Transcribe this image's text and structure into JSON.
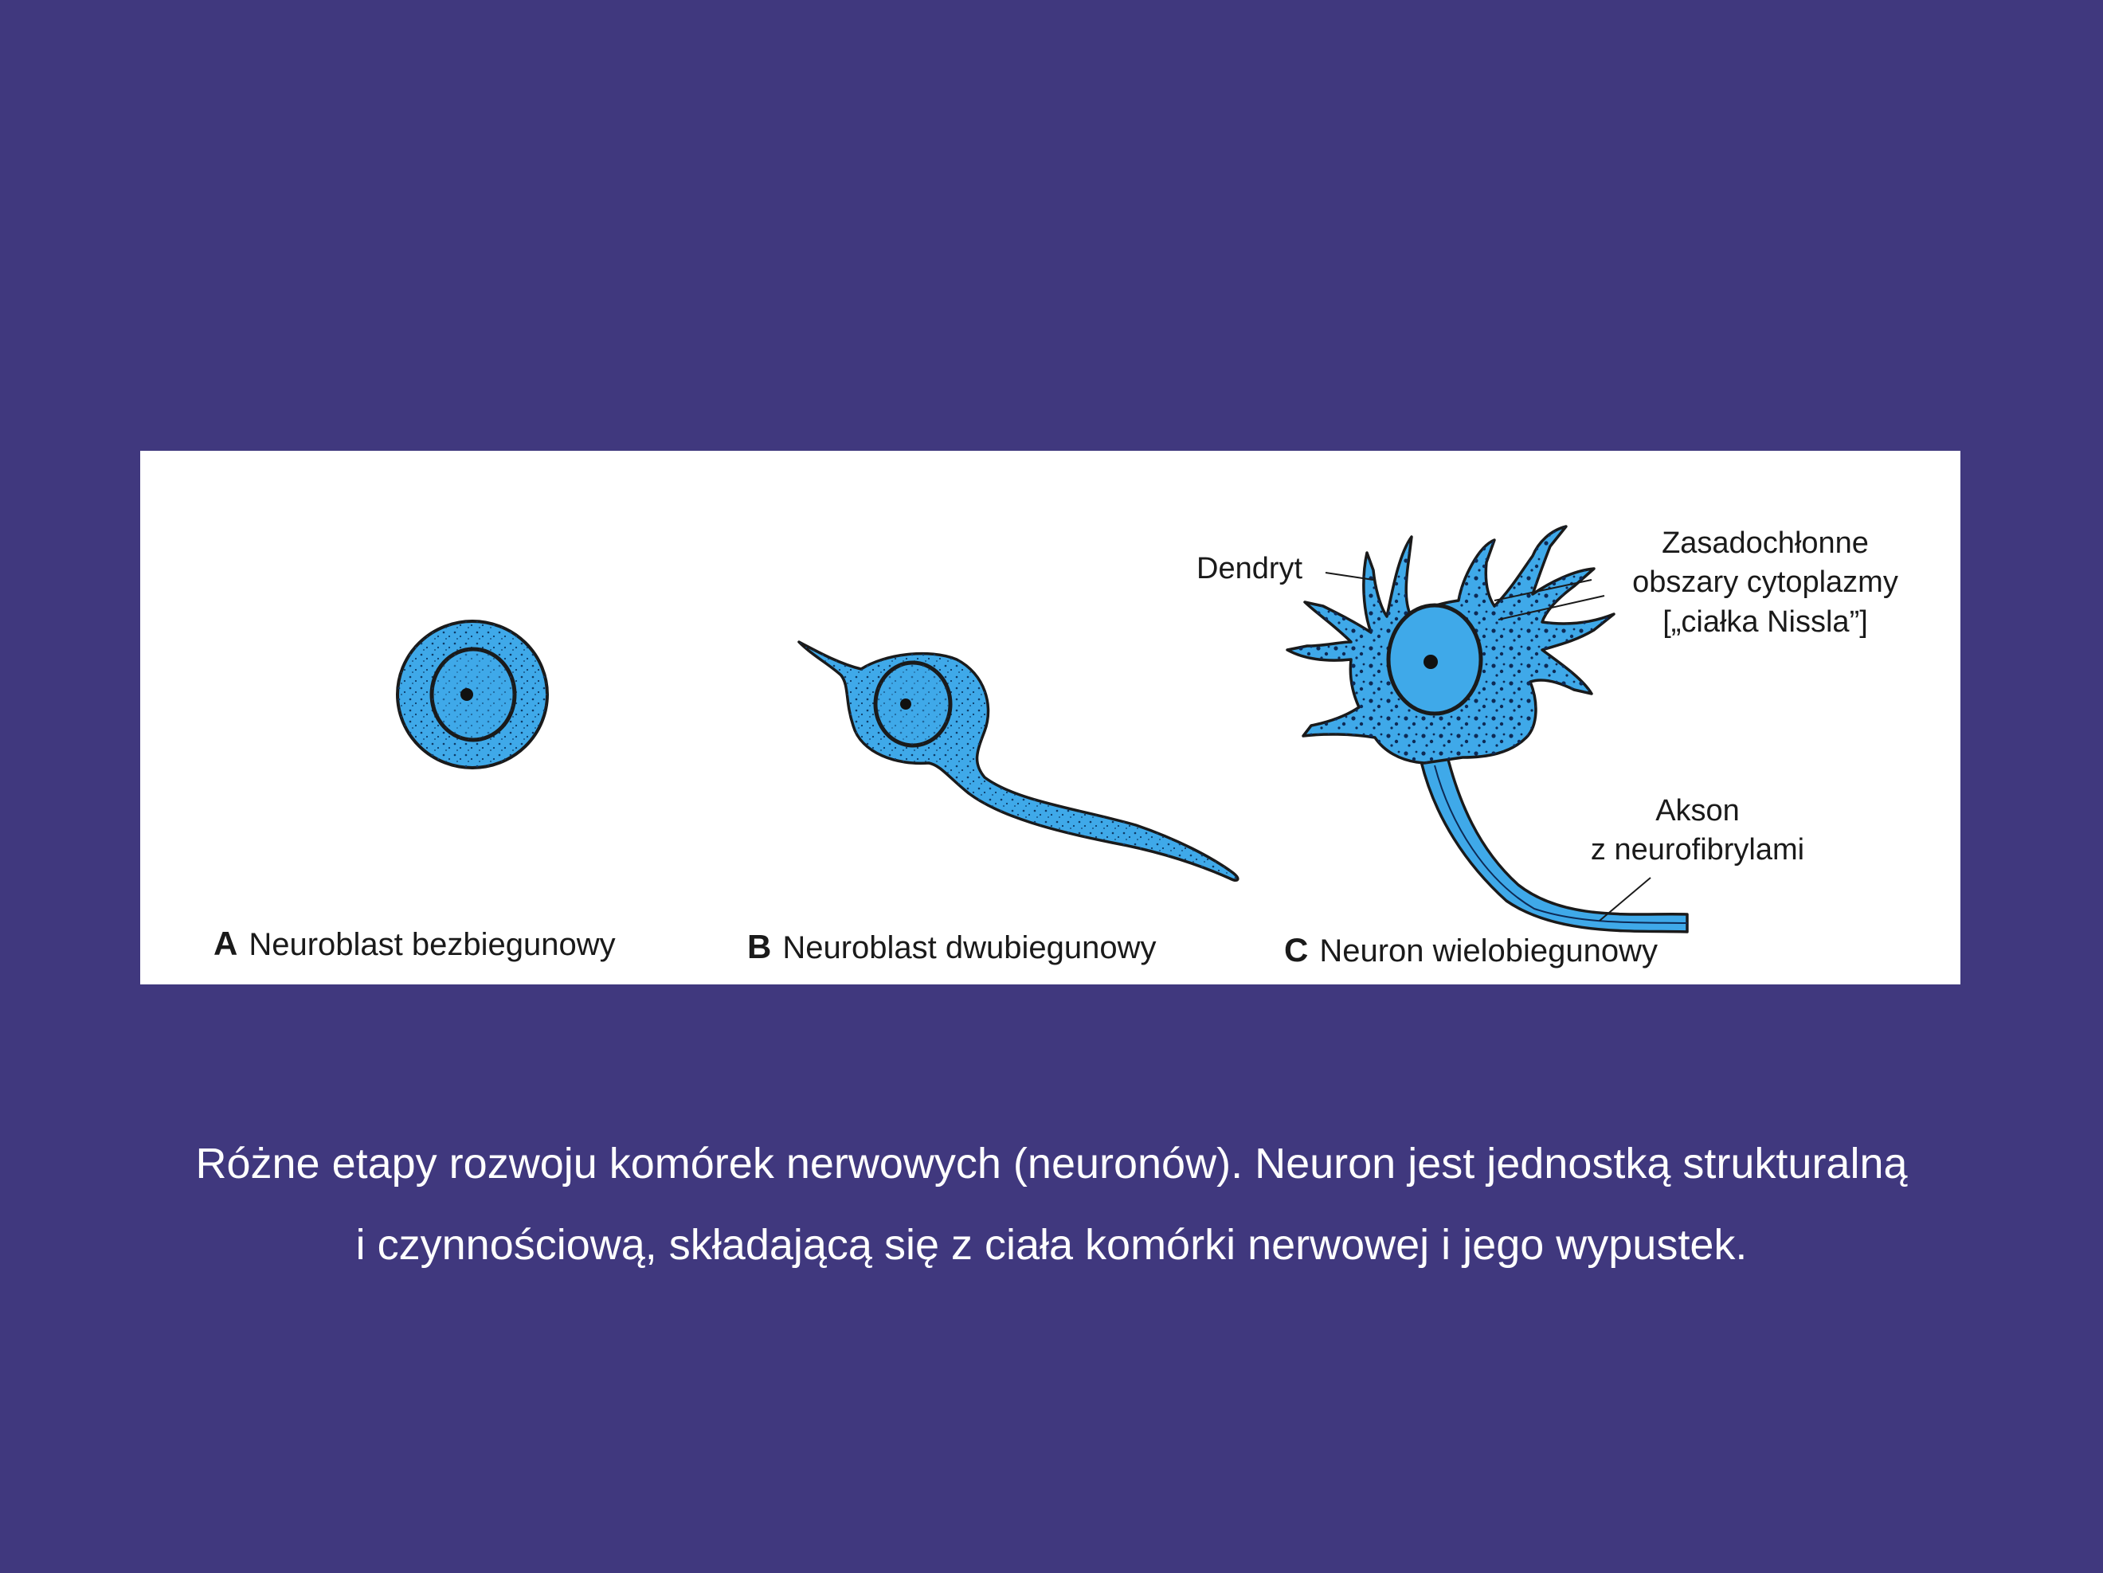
{
  "figure": {
    "panels": [
      {
        "letter": "A",
        "label": "Neuroblast bezbiegunowy"
      },
      {
        "letter": "B",
        "label": "Neuroblast dwubiegunowy"
      },
      {
        "letter": "C",
        "label": "Neuron wielobiegunowy"
      }
    ],
    "annotations": {
      "dendrite": "Dendryt",
      "nissl_line1": "Zasadochłonne",
      "nissl_line2": "obszary cytoplazmy",
      "nissl_line3": "[„ciałka Nissla”]",
      "axon_line1": "Akson",
      "axon_line2": "z neurofibrylami"
    },
    "colors": {
      "cytoplasm": "#3fa9e9",
      "outline": "#1a1a1a",
      "panel_background": "#ffffff"
    }
  },
  "caption": {
    "line1": "Różne etapy rozwoju komórek nerwowych (neuronów). Neuron jest jednostką strukturalną",
    "line2": "i czynnościową, składającą się z ciała komórki nerwowej i jego wypustek."
  },
  "colors": {
    "background": "#40387e",
    "caption_text": "#ffffff"
  }
}
